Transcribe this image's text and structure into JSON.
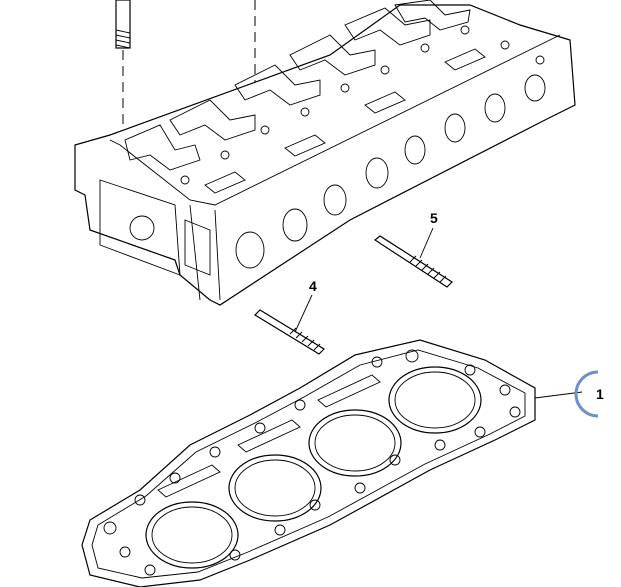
{
  "callouts": {
    "item_1": "1",
    "item_4": "4",
    "item_5": "5"
  },
  "colors": {
    "callout_circle": "#6f8fc9",
    "line_art": "#000000",
    "background": "#ffffff"
  }
}
